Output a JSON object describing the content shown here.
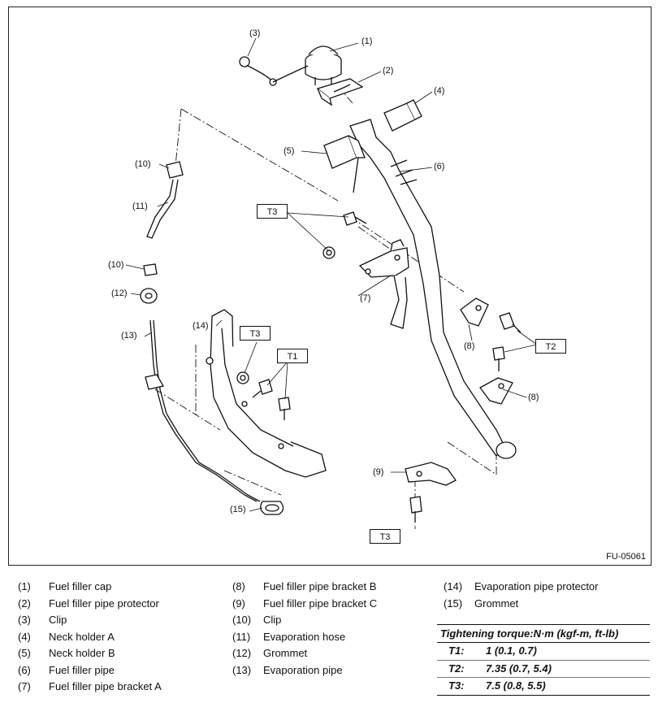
{
  "figure": {
    "id": "FU-05061",
    "callouts": {
      "c1": "(1)",
      "c2": "(2)",
      "c3": "(3)",
      "c4": "(4)",
      "c5": "(5)",
      "c6": "(6)",
      "c7": "(7)",
      "c8a": "(8)",
      "c8b": "(8)",
      "c9": "(9)",
      "c10a": "(10)",
      "c10b": "(10)",
      "c11": "(11)",
      "c12": "(12)",
      "c13": "(13)",
      "c14": "(14)",
      "c15": "(15)"
    },
    "torque_tags": {
      "t3a": "T3",
      "t3b": "T3",
      "t3c": "T3",
      "t1": "T1",
      "t2": "T2"
    }
  },
  "legend": {
    "col1": [
      {
        "num": "(1)",
        "name": "Fuel filler cap"
      },
      {
        "num": "(2)",
        "name": "Fuel filler pipe protector"
      },
      {
        "num": "(3)",
        "name": "Clip"
      },
      {
        "num": "(4)",
        "name": "Neck holder A"
      },
      {
        "num": "(5)",
        "name": "Neck holder B"
      },
      {
        "num": "(6)",
        "name": "Fuel filler pipe"
      },
      {
        "num": "(7)",
        "name": "Fuel filler pipe bracket A"
      }
    ],
    "col2": [
      {
        "num": "(8)",
        "name": "Fuel filler pipe bracket B"
      },
      {
        "num": "(9)",
        "name": "Fuel filler pipe bracket C"
      },
      {
        "num": "(10)",
        "name": "Clip"
      },
      {
        "num": "(11)",
        "name": "Evaporation hose"
      },
      {
        "num": "(12)",
        "name": "Grommet"
      },
      {
        "num": "(13)",
        "name": "Evaporation pipe"
      }
    ],
    "col3": [
      {
        "num": "(14)",
        "name": "Evaporation pipe protector"
      },
      {
        "num": "(15)",
        "name": "Grommet"
      }
    ]
  },
  "torque": {
    "header": "Tightening torque:N·m (kgf-m, ft-lb)",
    "rows": [
      {
        "key": "T1:",
        "value": "1 (0.1, 0.7)"
      },
      {
        "key": "T2:",
        "value": "7.35 (0.7, 5.4)"
      },
      {
        "key": "T3:",
        "value": "7.5 (0.8, 5.5)"
      }
    ]
  }
}
